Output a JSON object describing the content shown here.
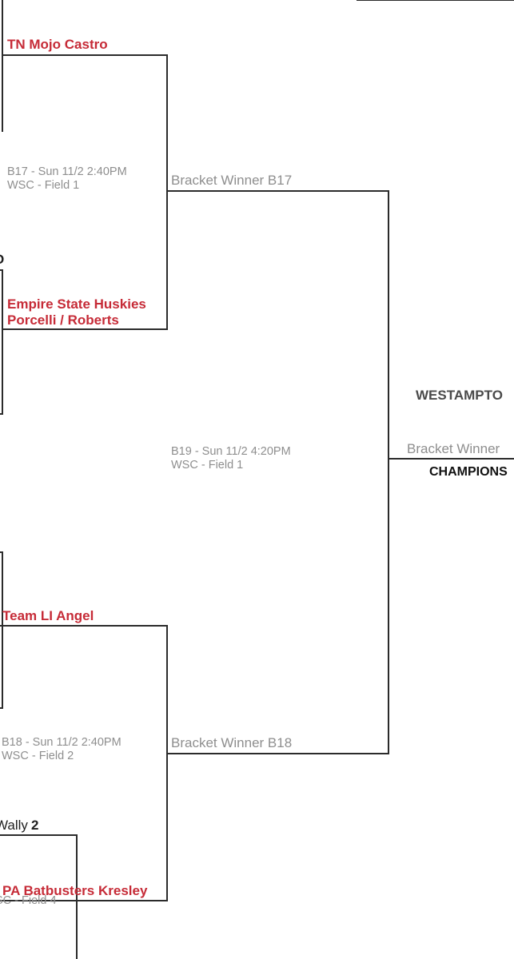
{
  "bracket": {
    "b17": {
      "team_top": "TN Mojo Castro",
      "team_bottom": "Empire State Huskies Porcelli / Roberts",
      "game_time": "B17 - Sun 11/2 2:40PM",
      "game_field": "WSC - Field 1",
      "winner_label": "Bracket Winner B17"
    },
    "b18": {
      "team_top": "Team LI Angel",
      "team_bottom": "PA Batbusters Kresley",
      "game_time": "B18 - Sun 11/2 2:40PM",
      "game_field": "WSC - Field 2",
      "winner_label": "Bracket Winner B18"
    },
    "b19": {
      "game_time": "B19 - Sun 11/2 4:20PM",
      "game_field": "WSC - Field 1",
      "winner_label": "Bracket Winner"
    },
    "partial_left_label": "D",
    "partial_team": "Wally",
    "partial_score": "2",
    "partial_field": "SC - Field 4",
    "final": {
      "title": "WESTAMPTO",
      "subtitle": "CHAMPIONS"
    }
  }
}
